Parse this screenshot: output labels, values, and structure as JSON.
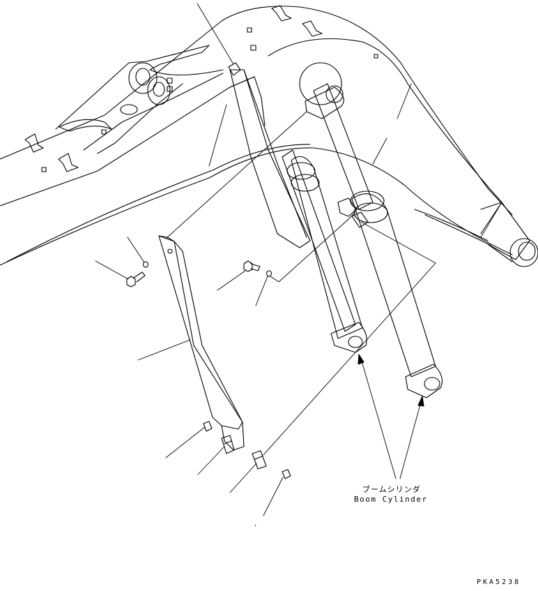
{
  "labels": {
    "boom_cylinder_jp": "ブームシリンダ",
    "boom_cylinder_en": "Boom Cylinder",
    "drawing_code": "PKA5238"
  },
  "style": {
    "line_color": "#000000",
    "background": "#ffffff"
  }
}
